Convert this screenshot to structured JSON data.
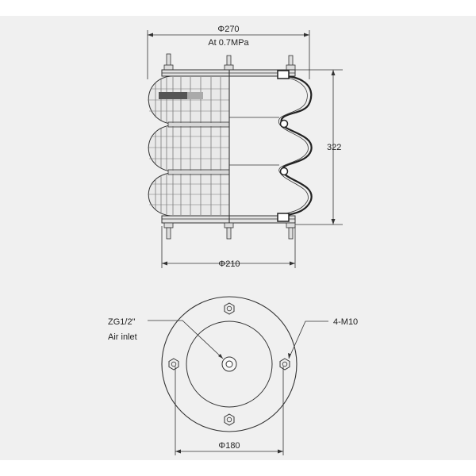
{
  "colors": {
    "background": "#ffffff",
    "panel": "#f0f0f0",
    "line": "#333333"
  },
  "side_view": {
    "top_diameter_label": "Φ270",
    "pressure_label": "At 0.7MPa",
    "height_label": "322",
    "bottom_diameter_label": "Φ210"
  },
  "bottom_view": {
    "air_inlet_thread_label": "ZG1/2\"",
    "air_inlet_label": "Air inlet",
    "bolts_label": "4-M10",
    "plate_diameter_label": "Φ180"
  }
}
